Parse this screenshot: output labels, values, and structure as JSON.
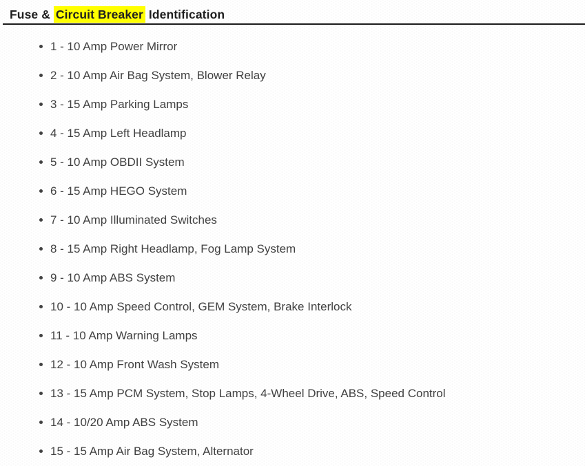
{
  "heading": {
    "prefix": "Fuse & ",
    "highlight": "Circuit Breaker",
    "suffix": " Identification"
  },
  "colors": {
    "highlight_bg": "#ffff00",
    "heading_text": "#1f1f1f",
    "body_text": "#414141",
    "divider": "#1c1c1c",
    "page_bg": "#ffffff"
  },
  "fuse_list": {
    "items": [
      "1 - 10 Amp Power Mirror",
      "2 - 10 Amp Air Bag System, Blower Relay",
      "3 - 15 Amp Parking Lamps",
      "4 - 15 Amp Left Headlamp",
      "5 - 10 Amp OBDII System",
      "6 - 15 Amp HEGO System",
      "7 - 10 Amp Illuminated Switches",
      "8 - 15 Amp Right Headlamp, Fog Lamp System",
      "9 - 10 Amp ABS System",
      "10 - 10 Amp Speed Control, GEM System, Brake Interlock",
      "11 - 10 Amp Warning Lamps",
      "12 - 10 Amp Front Wash System",
      "13 - 15 Amp PCM System, Stop Lamps, 4-Wheel Drive, ABS, Speed Control",
      "14 - 10/20 Amp ABS System",
      "15 - 15 Amp Air Bag System, Alternator"
    ]
  }
}
